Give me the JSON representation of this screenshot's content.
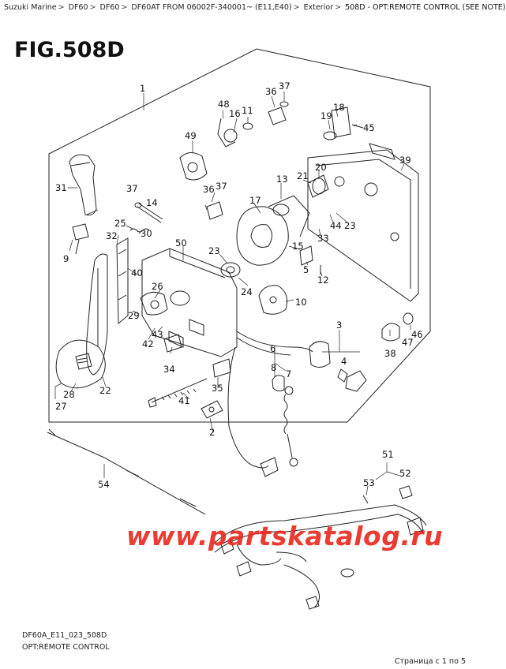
{
  "breadcrumb": {
    "items": [
      "Suzuki Marine",
      "DF60",
      "DF60",
      "DF60AT FROM 06002F-340001~ (E11,E40)",
      "Exterior",
      "508D - OPT:REMOTE CONTROL (SEE NOTE)"
    ],
    "separator": ">"
  },
  "figure": {
    "title": "FIG.508D",
    "code": "DF60A_E11_023_508D",
    "name": "OPT:REMOTE CONTROL"
  },
  "callouts": [
    "1",
    "2",
    "3",
    "4",
    "5",
    "6",
    "7",
    "8",
    "9",
    "10",
    "12",
    "13",
    "14",
    "15",
    "16",
    "17",
    "18",
    "19",
    "20",
    "21",
    "22",
    "23",
    "24",
    "25",
    "26",
    "27",
    "28",
    "29",
    "30",
    "31",
    "32",
    "33",
    "34",
    "35",
    "36",
    "37",
    "38",
    "39",
    "40",
    "41",
    "42",
    "43",
    "44",
    "45",
    "46",
    "47",
    "48",
    "49",
    "50",
    "51",
    "52",
    "53",
    "54",
    "11"
  ],
  "watermark": "www.partskatalog.ru",
  "pagination": "Страница с 1 по 5",
  "colors": {
    "line": "#222222",
    "watermark": "#e8281c",
    "background": "#ffffff"
  }
}
